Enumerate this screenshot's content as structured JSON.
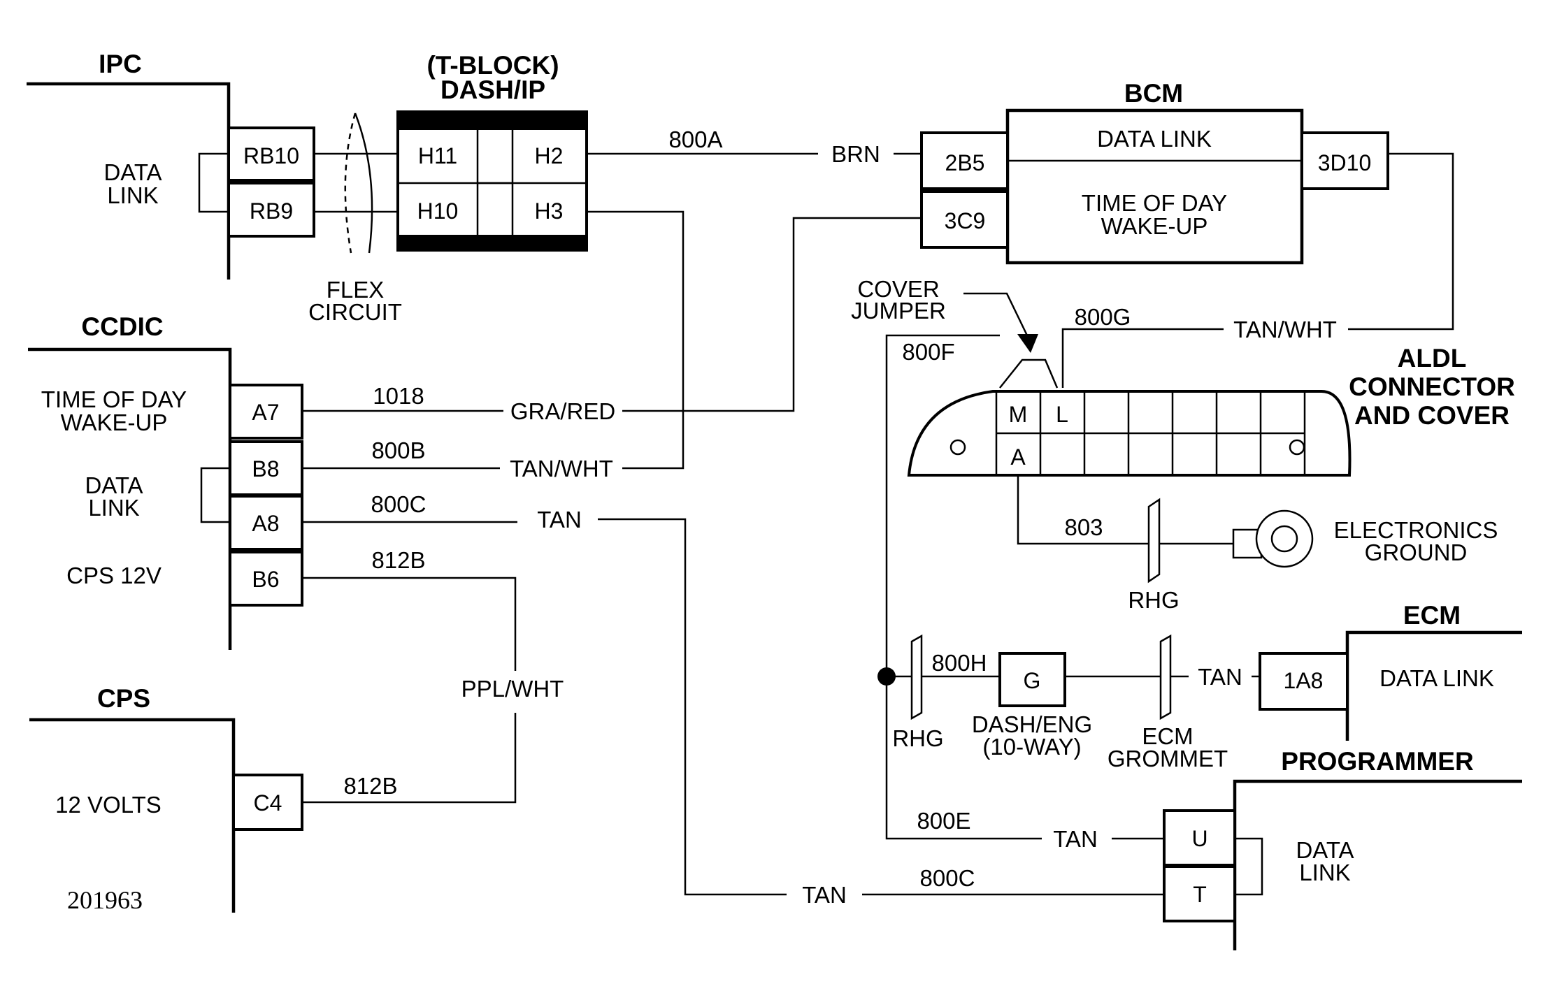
{
  "modules": {
    "ipc": {
      "title": "IPC",
      "data_link": [
        "DATA",
        "LINK"
      ],
      "pins": [
        "RB10",
        "RB9"
      ]
    },
    "flex_circuit": [
      "FLEX",
      "CIRCUIT"
    ],
    "tblock": {
      "title": [
        "(T-BLOCK)",
        "DASH/IP"
      ],
      "pins": [
        "H11",
        "H10",
        "H2",
        "H3"
      ]
    },
    "bcm": {
      "title": "BCM",
      "data_link": "DATA LINK",
      "tod": [
        "TIME OF DAY",
        "WAKE-UP"
      ],
      "pins": [
        "2B5",
        "3C9",
        "3D10"
      ]
    },
    "ccdic": {
      "title": "CCDIC",
      "tod": [
        "TIME OF DAY",
        "WAKE-UP"
      ],
      "data_link": [
        "DATA",
        "LINK"
      ],
      "cps": "CPS 12V",
      "pins": [
        "A7",
        "B8",
        "A8",
        "B6"
      ]
    },
    "cps": {
      "title": "CPS",
      "volts": "12 VOLTS",
      "pins": [
        "C4"
      ]
    },
    "aldl": {
      "title": [
        "ALDL",
        "CONNECTOR",
        "AND COVER"
      ],
      "cover_jumper": [
        "COVER",
        "JUMPER"
      ],
      "cells": [
        "M",
        "L",
        "A"
      ]
    },
    "ground": [
      "ELECTRONICS",
      "GROUND"
    ],
    "ecm": {
      "title": "ECM",
      "data_link": "DATA LINK",
      "pins": [
        "1A8"
      ]
    },
    "dash_eng": {
      "pin": "G",
      "label": [
        "DASH/ENG",
        "(10-WAY)"
      ]
    },
    "ecm_grommet": [
      "ECM",
      "GROMMET"
    ],
    "rhg": "RHG",
    "programmer": {
      "title": "PROGRAMMER",
      "data_link": [
        "DATA",
        "LINK"
      ],
      "pins": [
        "U",
        "T"
      ]
    }
  },
  "circuits": {
    "c800A": "800A",
    "c800B": "800B",
    "c800C": "800C",
    "c800E": "800E",
    "c800F": "800F",
    "c800G": "800G",
    "c800H": "800H",
    "c1018": "1018",
    "c812B": "812B",
    "c803": "803"
  },
  "wire_colors": {
    "brn": "BRN",
    "gra_red": "GRA/RED",
    "tan_wht": "TAN/WHT",
    "tan": "TAN",
    "ppl_wht": "PPL/WHT"
  },
  "figure_number": "201963"
}
